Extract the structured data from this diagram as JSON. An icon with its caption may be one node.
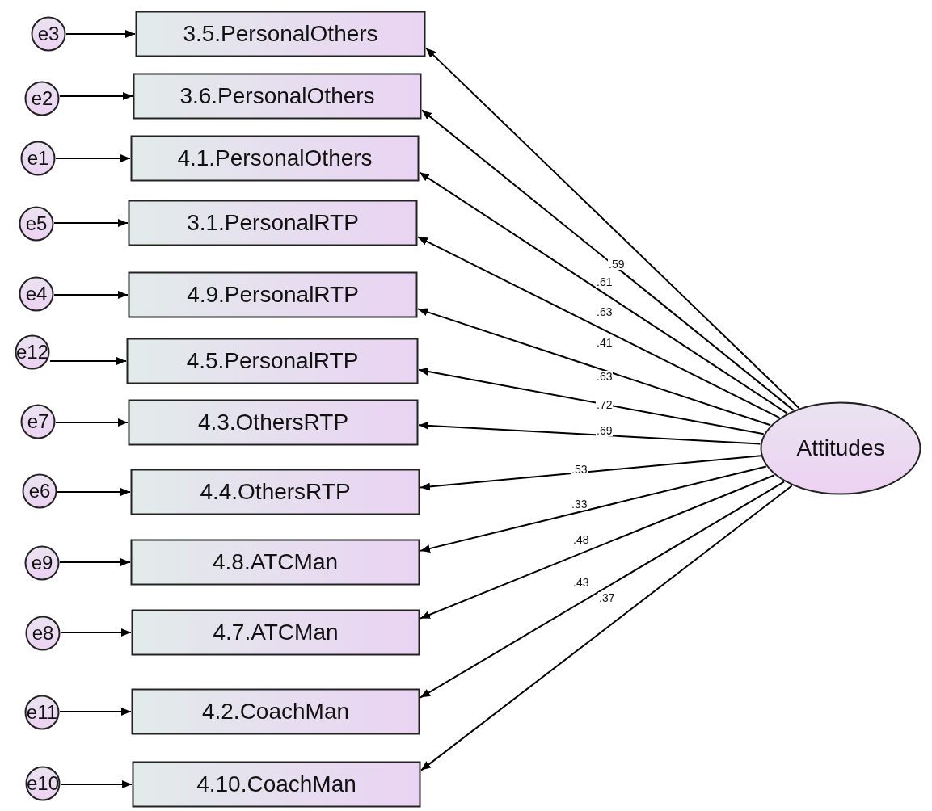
{
  "diagram": {
    "nodes": [
      {
        "text": [
          "e3"
        ]
      },
      {
        "text": [
          "3.5.PersonalOthers"
        ]
      },
      {
        "text": [
          "e2"
        ]
      },
      {
        "text": [
          "3.6.PersonalOthers"
        ]
      },
      {
        "text": [
          "e1"
        ]
      },
      {
        "text": [
          "4.1.PersonalOthers"
        ]
      },
      {
        "text": [
          "e5"
        ]
      },
      {
        "text": [
          "3.1.PersonalRTP"
        ]
      },
      {
        "text": [
          "e4"
        ]
      },
      {
        "text": [
          "4.9.PersonalRTP"
        ]
      },
      {
        "text": [
          "e12"
        ]
      },
      {
        "text": [
          "4.5.PersonalRTP"
        ]
      },
      {
        "text": [
          "e7"
        ]
      },
      {
        "text": [
          "4.3.OthersRTP"
        ]
      },
      {
        "text": [
          "e6"
        ]
      },
      {
        "text": [
          "4.4.OthersRTP"
        ]
      },
      {
        "text": [
          "e9"
        ]
      },
      {
        "text": [
          "4.8.ATCMan"
        ]
      },
      {
        "text": [
          "e8"
        ]
      },
      {
        "text": [
          "4.7.ATCMan"
        ]
      },
      {
        "text": [
          "e11"
        ]
      },
      {
        "text": [
          "4.2.CoachMan"
        ]
      },
      {
        "text": [
          "e10"
        ]
      },
      {
        "text": [
          "4.10.CoachMan"
        ]
      },
      {
        "text": [
          "Attitudes"
        ]
      }
    ],
    "edges": [
      {
        "from": 0,
        "to": 1,
        "arrow": "to"
      },
      {
        "from": 24,
        "to": 1,
        "arrow": "to",
        "label": ".59"
      },
      {
        "from": 2,
        "to": 3,
        "arrow": "to"
      },
      {
        "from": 24,
        "to": 3,
        "arrow": "to",
        "label": ".61"
      },
      {
        "from": 4,
        "to": 5,
        "arrow": "to"
      },
      {
        "from": 24,
        "to": 5,
        "arrow": "to",
        "label": ".63"
      },
      {
        "from": 6,
        "to": 7,
        "arrow": "to"
      },
      {
        "from": 24,
        "to": 7,
        "arrow": "to",
        "label": ".41"
      },
      {
        "from": 8,
        "to": 9,
        "arrow": "to"
      },
      {
        "from": 24,
        "to": 9,
        "arrow": "to",
        "label": ".63"
      },
      {
        "from": 10,
        "to": 11,
        "arrow": "to"
      },
      {
        "from": 24,
        "to": 11,
        "arrow": "to",
        "label": ".72"
      },
      {
        "from": 12,
        "to": 13,
        "arrow": "to"
      },
      {
        "from": 24,
        "to": 13,
        "arrow": "to",
        "label": ".69"
      },
      {
        "from": 14,
        "to": 15,
        "arrow": "to"
      },
      {
        "from": 24,
        "to": 15,
        "arrow": "to",
        "label": ".53"
      },
      {
        "from": 16,
        "to": 17,
        "arrow": "to"
      },
      {
        "from": 24,
        "to": 17,
        "arrow": "to",
        "label": ".33"
      },
      {
        "from": 18,
        "to": 19,
        "arrow": "to"
      },
      {
        "from": 24,
        "to": 19,
        "arrow": "to",
        "label": ".48"
      },
      {
        "from": 20,
        "to": 21,
        "arrow": "to"
      },
      {
        "from": 24,
        "to": 21,
        "arrow": "to",
        "label": ".43"
      },
      {
        "from": 22,
        "to": 23,
        "arrow": "to"
      },
      {
        "from": 24,
        "to": 23,
        "arrow": "to",
        "label": ".37"
      }
    ]
  }
}
